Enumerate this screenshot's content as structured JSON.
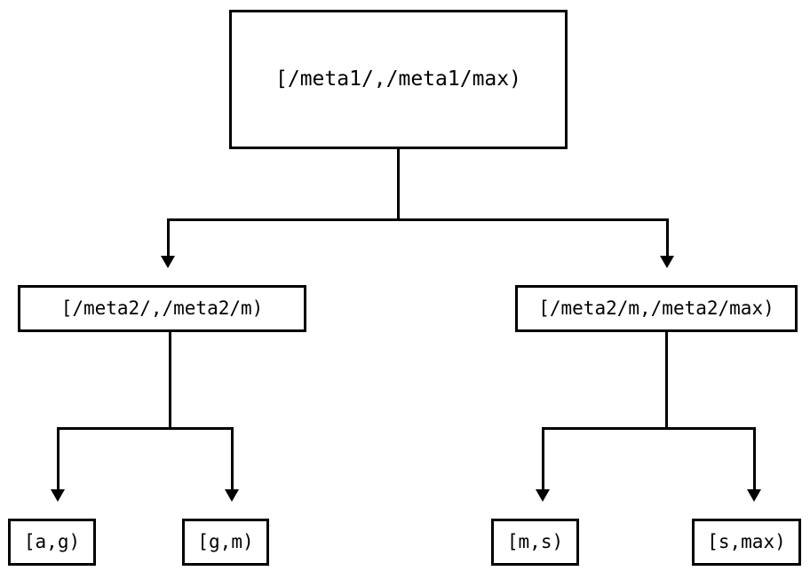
{
  "diagram": {
    "type": "tree",
    "orientation": "top-down",
    "background_color": "#ffffff",
    "line_color": "#000000",
    "text_color": "#000000",
    "nodes": {
      "root": {
        "label": "[/meta1/,/meta1/max)",
        "level": 0
      },
      "mid_left": {
        "label": "[/meta2/,/meta2/m)",
        "level": 1
      },
      "mid_right": {
        "label": "[/meta2/m,/meta2/max)",
        "level": 1
      },
      "leaf_ag": {
        "label": "[a,g)",
        "level": 2
      },
      "leaf_gm": {
        "label": "[g,m)",
        "level": 2
      },
      "leaf_ms": {
        "label": "[m,s)",
        "level": 2
      },
      "leaf_smax": {
        "label": "[s,max)",
        "level": 2
      }
    },
    "edges": [
      {
        "from": "root",
        "to": "mid_left",
        "arrow": "down"
      },
      {
        "from": "root",
        "to": "mid_right",
        "arrow": "down"
      },
      {
        "from": "mid_left",
        "to": "leaf_ag",
        "arrow": "down"
      },
      {
        "from": "mid_left",
        "to": "leaf_gm",
        "arrow": "down"
      },
      {
        "from": "mid_right",
        "to": "leaf_ms",
        "arrow": "down"
      },
      {
        "from": "mid_right",
        "to": "leaf_smax",
        "arrow": "down"
      }
    ]
  }
}
